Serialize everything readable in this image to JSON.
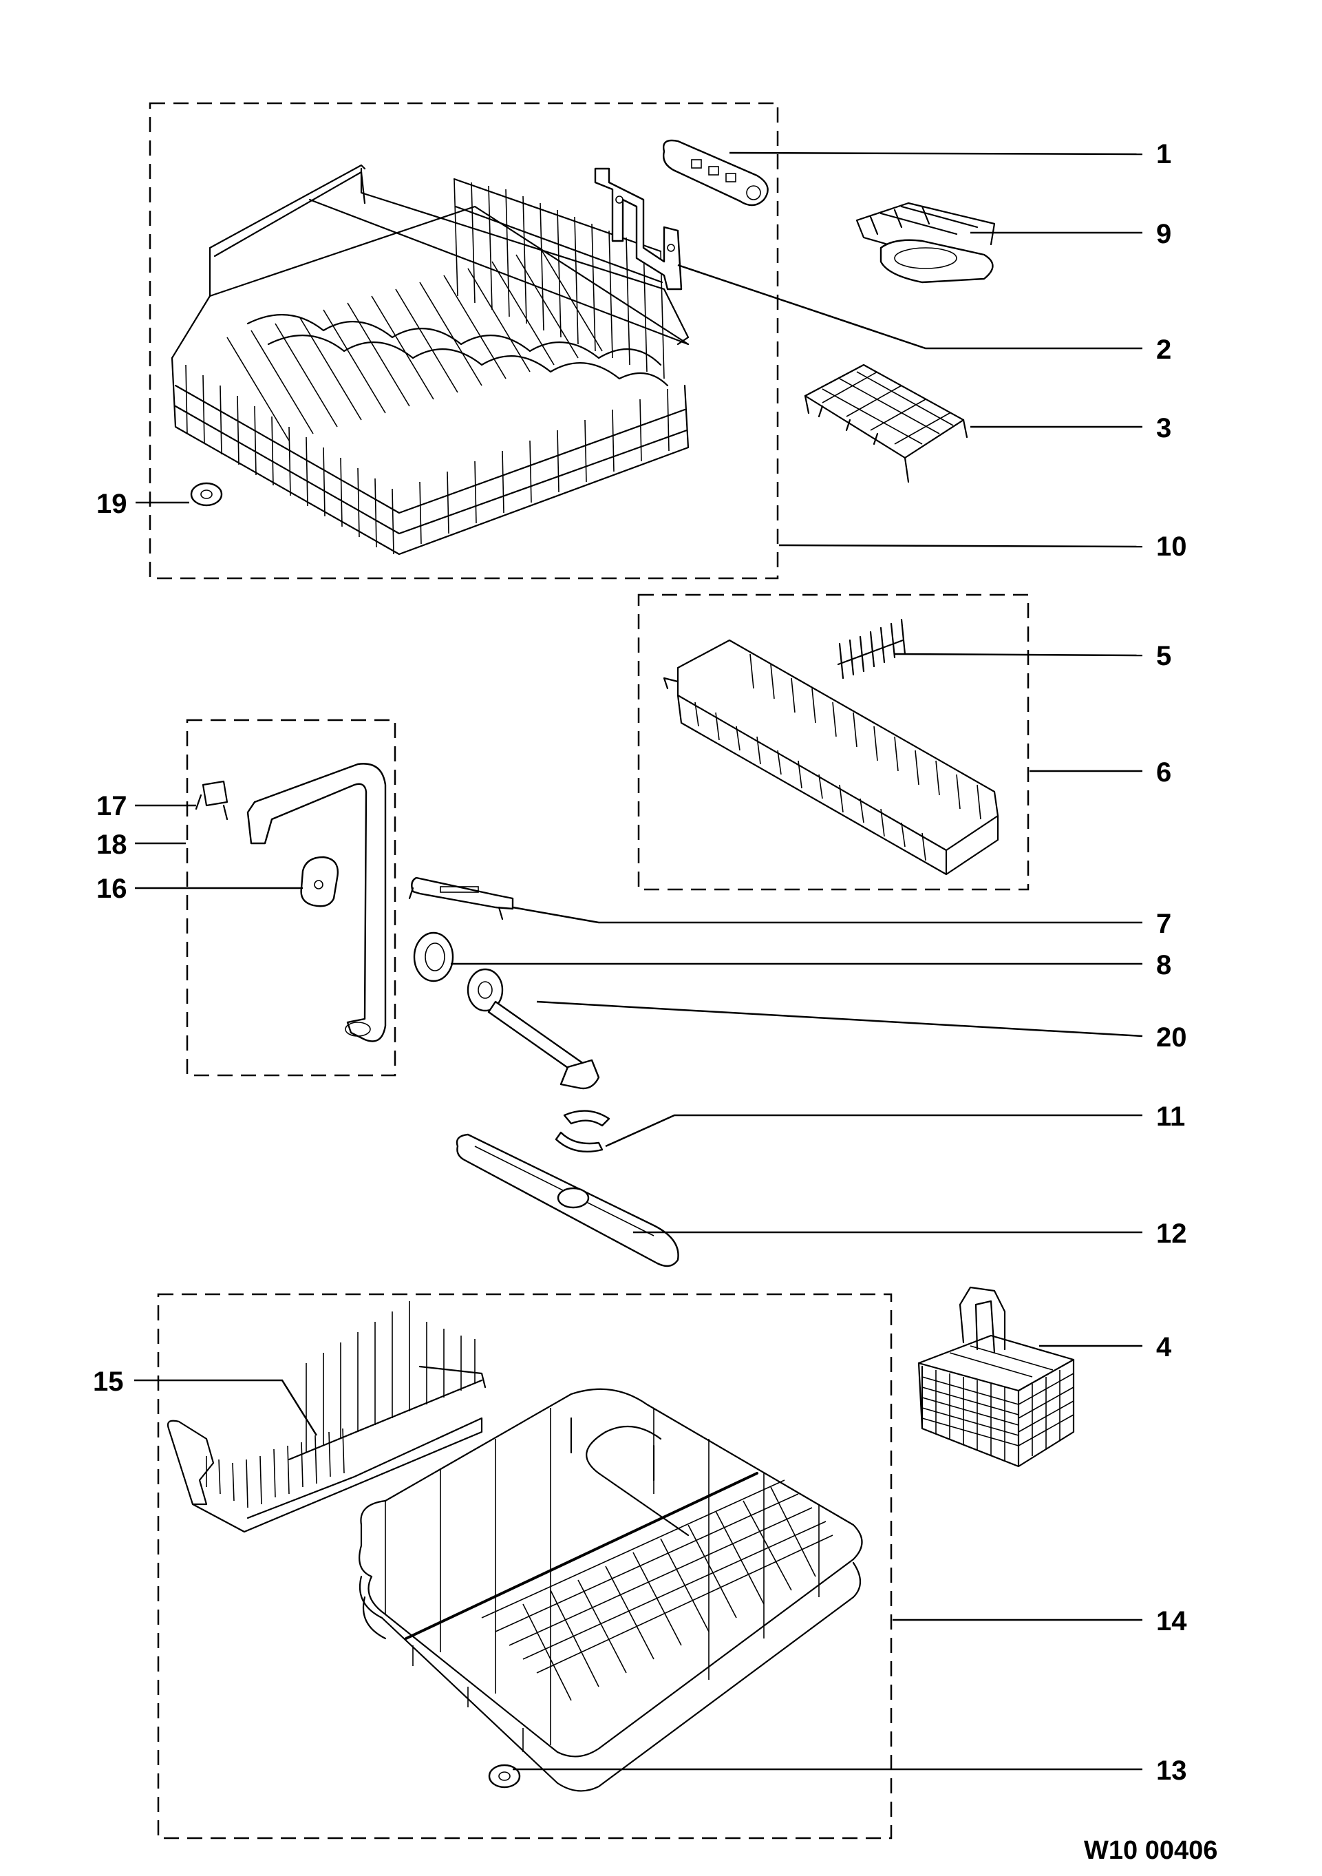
{
  "labels": {
    "p1": "1",
    "p2": "2",
    "p3": "3",
    "p4": "4",
    "p5": "5",
    "p6": "6",
    "p7": "7",
    "p8": "8",
    "p9": "9",
    "p10": "10",
    "p11": "11",
    "p12": "12",
    "p13": "13",
    "p14": "14",
    "p15": "15",
    "p16": "16",
    "p17": "17",
    "p18": "18",
    "p19": "19",
    "p20": "20"
  },
  "drawing_code": "W10 00406"
}
